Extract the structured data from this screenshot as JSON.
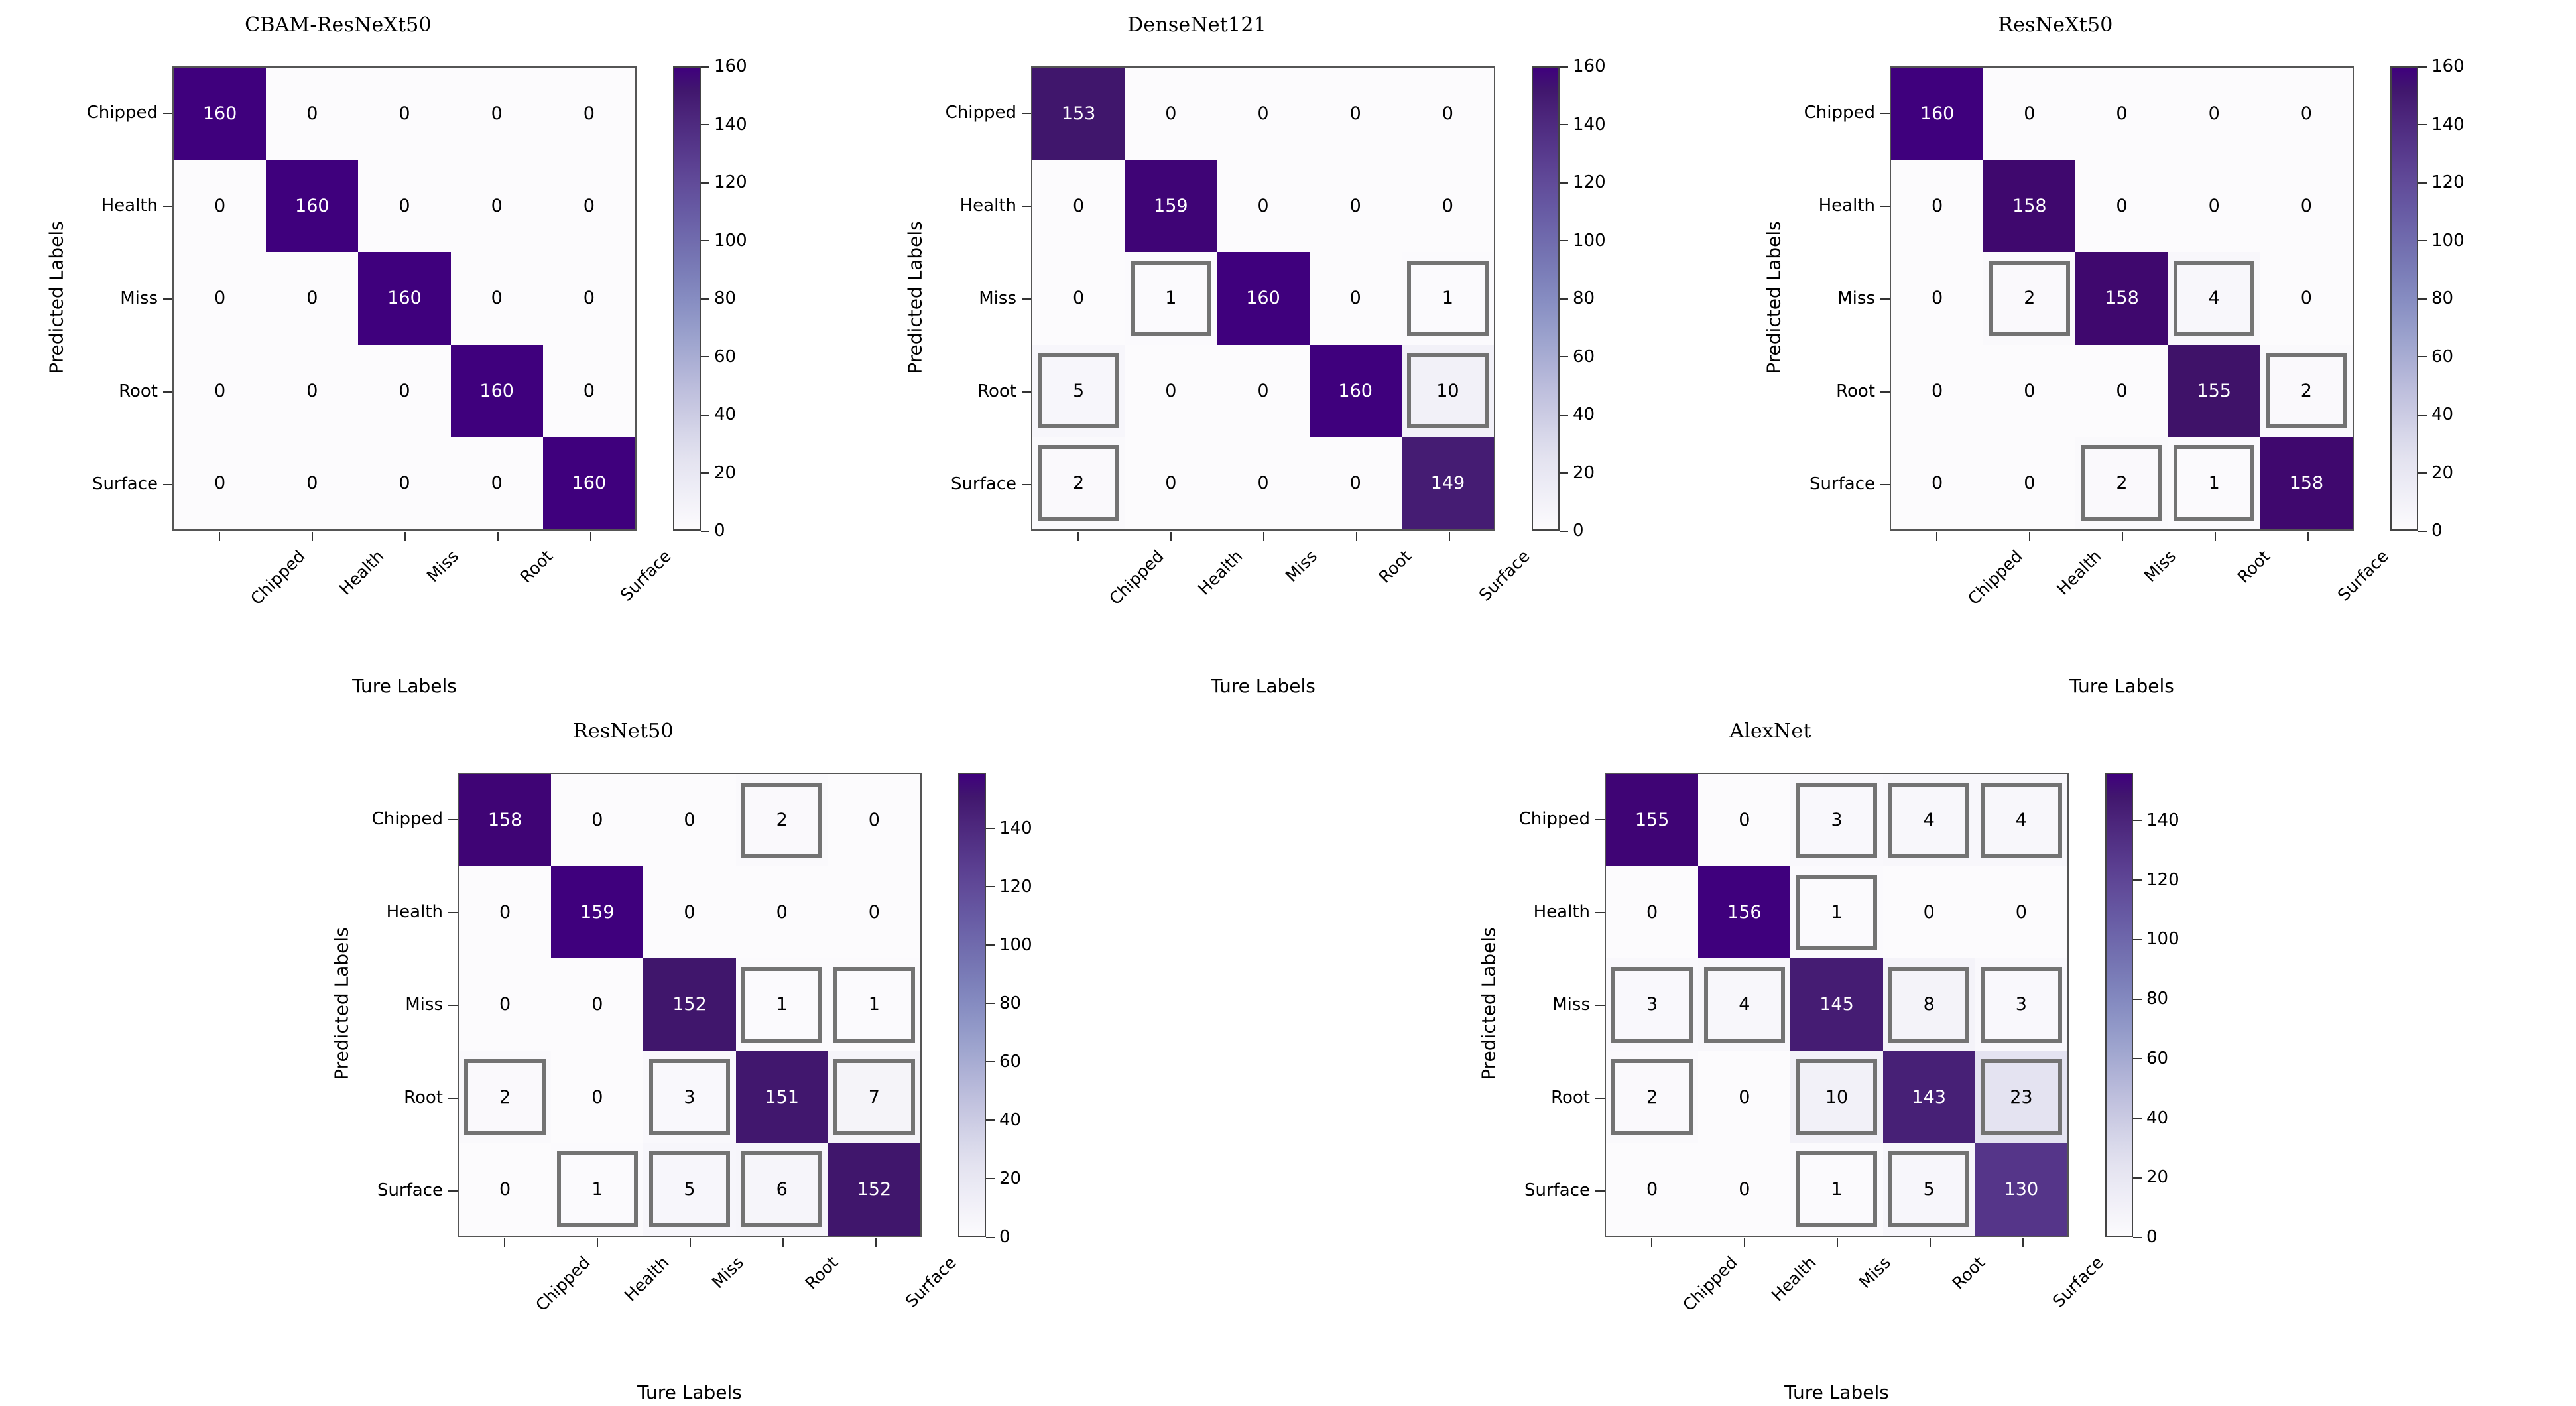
{
  "figure": {
    "class_labels": [
      "Chipped",
      "Health",
      "Miss",
      "Root",
      "Surface"
    ],
    "x_axis_label": "Ture Labels",
    "y_axis_label": "Predicted Labels",
    "colormap": "Purples",
    "colors": {
      "cmap_high": "#4b0d8c",
      "cmap_low": "#fcfbfd",
      "highlight_border": "#737373",
      "axes_border": "#555555",
      "text_dark": "#000000",
      "text_light": "#ffffff"
    }
  },
  "chart_data": [
    {
      "type": "heatmap",
      "title": "CBAM-ResNeXt50",
      "xlabel": "Ture Labels",
      "ylabel": "Predicted Labels",
      "categories": [
        "Chipped",
        "Health",
        "Miss",
        "Root",
        "Surface"
      ],
      "row_labels": [
        "Chipped",
        "Health",
        "Miss",
        "Root",
        "Surface"
      ],
      "col_labels": [
        "Chipped",
        "Health",
        "Miss",
        "Root",
        "Surface"
      ],
      "matrix": [
        [
          160,
          0,
          0,
          0,
          0
        ],
        [
          0,
          160,
          0,
          0,
          0
        ],
        [
          0,
          0,
          160,
          0,
          0
        ],
        [
          0,
          0,
          0,
          160,
          0
        ],
        [
          0,
          0,
          0,
          0,
          160
        ]
      ],
      "highlighted": [],
      "colorbar": {
        "ticks": [
          0,
          20,
          40,
          60,
          80,
          100,
          120,
          140,
          160
        ],
        "vmin": 0,
        "vmax": 160
      },
      "grid": false,
      "legend": "none"
    },
    {
      "type": "heatmap",
      "title": "DenseNet121",
      "xlabel": "Ture Labels",
      "ylabel": "Predicted Labels",
      "categories": [
        "Chipped",
        "Health",
        "Miss",
        "Root",
        "Surface"
      ],
      "row_labels": [
        "Chipped",
        "Health",
        "Miss",
        "Root",
        "Surface"
      ],
      "col_labels": [
        "Chipped",
        "Health",
        "Miss",
        "Root",
        "Surface"
      ],
      "matrix": [
        [
          153,
          0,
          0,
          0,
          0
        ],
        [
          0,
          159,
          0,
          0,
          0
        ],
        [
          0,
          1,
          160,
          0,
          1
        ],
        [
          5,
          0,
          0,
          160,
          10
        ],
        [
          2,
          0,
          0,
          0,
          149
        ]
      ],
      "highlighted": [
        [
          2,
          1
        ],
        [
          2,
          4
        ],
        [
          3,
          0
        ],
        [
          3,
          4
        ],
        [
          4,
          0
        ]
      ],
      "colorbar": {
        "ticks": [
          0,
          20,
          40,
          60,
          80,
          100,
          120,
          140,
          160
        ],
        "vmin": 0,
        "vmax": 160
      },
      "grid": false,
      "legend": "none"
    },
    {
      "type": "heatmap",
      "title": "ResNeXt50",
      "xlabel": "Ture Labels",
      "ylabel": "Predicted Labels",
      "categories": [
        "Chipped",
        "Health",
        "Miss",
        "Root",
        "Surface"
      ],
      "row_labels": [
        "Chipped",
        "Health",
        "Miss",
        "Root",
        "Surface"
      ],
      "col_labels": [
        "Chipped",
        "Health",
        "Miss",
        "Root",
        "Surface"
      ],
      "matrix": [
        [
          160,
          0,
          0,
          0,
          0
        ],
        [
          0,
          158,
          0,
          0,
          0
        ],
        [
          0,
          2,
          158,
          4,
          0
        ],
        [
          0,
          0,
          0,
          155,
          2
        ],
        [
          0,
          0,
          2,
          1,
          158
        ]
      ],
      "highlighted": [
        [
          2,
          1
        ],
        [
          2,
          3
        ],
        [
          3,
          4
        ],
        [
          4,
          2
        ],
        [
          4,
          3
        ]
      ],
      "colorbar": {
        "ticks": [
          0,
          20,
          40,
          60,
          80,
          100,
          120,
          140,
          160
        ],
        "vmin": 0,
        "vmax": 160
      },
      "grid": false,
      "legend": "none"
    },
    {
      "type": "heatmap",
      "title": "ResNet50",
      "xlabel": "Ture Labels",
      "ylabel": "Predicted Labels",
      "categories": [
        "Chipped",
        "Health",
        "Miss",
        "Root",
        "Surface"
      ],
      "row_labels": [
        "Chipped",
        "Health",
        "Miss",
        "Root",
        "Surface"
      ],
      "col_labels": [
        "Chipped",
        "Health",
        "Miss",
        "Root",
        "Surface"
      ],
      "matrix": [
        [
          158,
          0,
          0,
          2,
          0
        ],
        [
          0,
          159,
          0,
          0,
          0
        ],
        [
          0,
          0,
          152,
          1,
          1
        ],
        [
          2,
          0,
          3,
          151,
          7
        ],
        [
          0,
          1,
          5,
          6,
          152
        ]
      ],
      "highlighted": [
        [
          0,
          3
        ],
        [
          2,
          3
        ],
        [
          2,
          4
        ],
        [
          3,
          0
        ],
        [
          3,
          2
        ],
        [
          3,
          4
        ],
        [
          4,
          1
        ],
        [
          4,
          2
        ],
        [
          4,
          3
        ]
      ],
      "colorbar": {
        "ticks": [
          0,
          20,
          40,
          60,
          80,
          100,
          120,
          140
        ],
        "vmin": 0,
        "vmax": 159
      },
      "grid": false,
      "legend": "none"
    },
    {
      "type": "heatmap",
      "title": "AlexNet",
      "xlabel": "Ture Labels",
      "ylabel": "Predicted Labels",
      "categories": [
        "Chipped",
        "Health",
        "Miss",
        "Root",
        "Surface"
      ],
      "row_labels": [
        "Chipped",
        "Health",
        "Miss",
        "Root",
        "Surface"
      ],
      "col_labels": [
        "Chipped",
        "Health",
        "Miss",
        "Root",
        "Surface"
      ],
      "matrix": [
        [
          155,
          0,
          3,
          4,
          4
        ],
        [
          0,
          156,
          1,
          0,
          0
        ],
        [
          3,
          4,
          145,
          8,
          3
        ],
        [
          2,
          0,
          10,
          143,
          23
        ],
        [
          0,
          0,
          1,
          5,
          130
        ]
      ],
      "highlighted": [
        [
          0,
          2
        ],
        [
          0,
          3
        ],
        [
          0,
          4
        ],
        [
          1,
          2
        ],
        [
          2,
          0
        ],
        [
          2,
          1
        ],
        [
          2,
          3
        ],
        [
          2,
          4
        ],
        [
          3,
          0
        ],
        [
          3,
          2
        ],
        [
          3,
          4
        ],
        [
          4,
          2
        ],
        [
          4,
          3
        ]
      ],
      "colorbar": {
        "ticks": [
          0,
          20,
          40,
          60,
          80,
          100,
          120,
          140
        ],
        "vmin": 0,
        "vmax": 156
      },
      "grid": false,
      "legend": "none"
    }
  ]
}
